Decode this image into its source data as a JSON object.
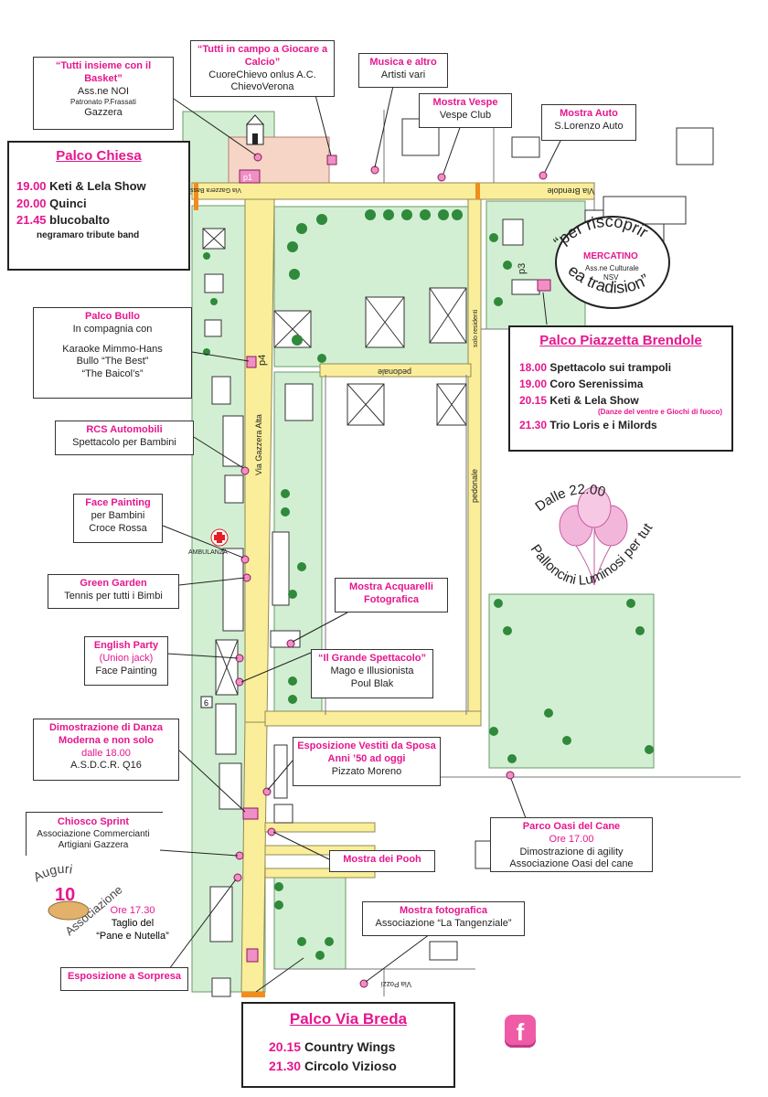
{
  "map_labels": {
    "via_brendole": "Via Brendole",
    "via_gazzera_alta": "Via Gazzera Alta",
    "via_gazzera_bassa": "Via Gazzera Bassa",
    "pedonale_h": "pedonale",
    "pedonale_v": "pedonale",
    "solo_residenti": "solo residenti",
    "via_pozzi": "Via Pozzi",
    "p1": "p1",
    "p3": "p3",
    "p4": "p4",
    "ambulanza": "AMBULANZA",
    "badge_6": "6"
  },
  "callouts": {
    "basket": {
      "title": "“Tutti insieme con il Basket”",
      "line1": "Ass.ne NOI",
      "line2": "Patronato P.Frassati",
      "line3": "Gazzera"
    },
    "calcio": {
      "title": "“Tutti in campo a Giocare a Calcio”",
      "line1": "CuoreChievo onlus A.C.",
      "line2": "ChievoVerona"
    },
    "musica": {
      "title": "Musica e altro",
      "line1": "Artisti vari"
    },
    "vespe": {
      "title": "Mostra Vespe",
      "line1": "Vespe Club"
    },
    "auto": {
      "title": "Mostra Auto",
      "line1": "S.Lorenzo Auto"
    },
    "bullo": {
      "title": "Palco Bullo",
      "line1": "In compagnia con",
      "line2": "Karaoke Mimmo-Hans",
      "line3": "Bullo “The Best”",
      "line4": "“The Baicol’s”"
    },
    "rcs": {
      "title": "RCS Automobili",
      "line1": "Spettacolo per Bambini"
    },
    "face": {
      "title": "Face Painting",
      "line1": "per Bambini",
      "line2": "Croce Rossa"
    },
    "garden": {
      "title": "Green Garden",
      "line1": "Tennis per tutti i Bimbi"
    },
    "english": {
      "title": "English Party",
      "subtitle": "(Union jack)",
      "line1": "Face Painting"
    },
    "acquarelli": {
      "title": "Mostra Acquarelli Fotografica"
    },
    "spettacolo": {
      "title": "“Il Grande Spettacolo”",
      "line1": "Mago e Illusionista",
      "line2": "Poul Blak"
    },
    "danza": {
      "title": "Dimostrazione di Danza Moderna e non solo",
      "time": "dalle 18.00",
      "line1": "A.S.D.C.R. Q16"
    },
    "sposa": {
      "title": "Esposizione Vestiti da Sposa Anni ’50 ad oggi",
      "line1": "Pizzato Moreno"
    },
    "chiosco": {
      "title": "Chiosco Sprint",
      "line1": "Associazione Commercianti",
      "line2": "Artigiani Gazzera"
    },
    "pooh": {
      "title": "Mostra dei Pooh"
    },
    "oasi": {
      "title": "Parco Oasi del Cane",
      "time": "Ore 17.00",
      "line1": "Dimostrazione di agility",
      "line2": "Associazione Oasi del cane"
    },
    "fotografica": {
      "title": "Mostra fotografica",
      "line1": "Associazione “La Tangenziale”"
    },
    "sorpresa": {
      "title": "Esposizione a Sorpresa"
    }
  },
  "auguri": {
    "word1": "Auguri",
    "number": "10",
    "word2": "Associazione",
    "time": "Ore 17.30",
    "line1": "Taglio del",
    "line2": "“Pane e Nutella”"
  },
  "stages": {
    "chiesa": {
      "title": "Palco Chiesa",
      "items": [
        {
          "time": "19.00",
          "act": "Keti & Lela Show"
        },
        {
          "time": "20.00",
          "act": "Quinci"
        },
        {
          "time": "21.45",
          "act": "blucobalto"
        }
      ],
      "note": "negramaro tribute band"
    },
    "brendole": {
      "title": "Palco Piazzetta  Brendole",
      "items": [
        {
          "time": "18.00",
          "act": "Spettacolo sui trampoli"
        },
        {
          "time": "19.00",
          "act": "Coro Serenissima"
        },
        {
          "time": "20.15",
          "act": "Keti & Lela Show"
        },
        {
          "time": "21.30",
          "act": "Trio Loris e i Milords"
        }
      ],
      "note": "(Danze del ventre e Giochi di fuoco)"
    },
    "breda": {
      "title": "Palco Via Breda",
      "items": [
        {
          "time": "20.15",
          "act": "Country Wings"
        },
        {
          "time": "21.30",
          "act": "Circolo Vizioso"
        }
      ]
    }
  },
  "mercatino": {
    "phrase_a": "“per riscoprir",
    "phrase_b": "ea tradision”",
    "name": "MERCATINO",
    "line1": "Ass.ne Culturale",
    "line2": "NSV"
  },
  "balloons": {
    "top": "Dalle 22.00",
    "bottom": "Palloncini Luminosi per tutti"
  },
  "social": {
    "icon_letter": "f"
  },
  "colors": {
    "accent": "#e6168f",
    "road": "#fbee9a",
    "green": "#d3efd3",
    "tree": "#2f8a3b",
    "church_area": "#f6d5c6"
  }
}
